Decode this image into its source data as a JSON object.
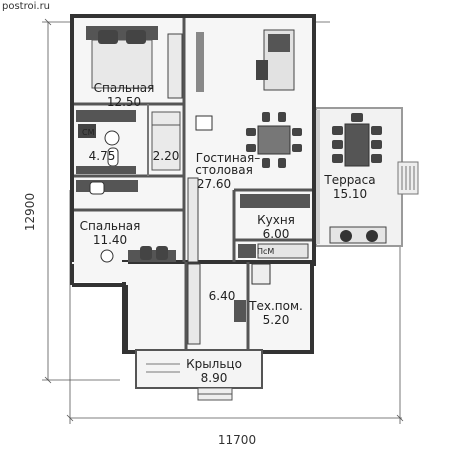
{
  "watermark": "postroi.ru",
  "dimensions": {
    "width": "11700",
    "height": "12900"
  },
  "rooms": [
    {
      "id": "bedroom-1",
      "name": "Спальная",
      "area": "12.50"
    },
    {
      "id": "wc",
      "name": "",
      "area": "4.75"
    },
    {
      "id": "closet",
      "name": "",
      "area": "2.20"
    },
    {
      "id": "living",
      "name": "Гостиная–",
      "name2": "столовая",
      "area": "27.60"
    },
    {
      "id": "terrace",
      "name": "Терраса",
      "area": "15.10"
    },
    {
      "id": "kitchen",
      "name": "Кухня",
      "area": "6.00"
    },
    {
      "id": "bedroom-2",
      "name": "Спальная",
      "area": "11.40"
    },
    {
      "id": "hall",
      "name": "",
      "area": "6.40"
    },
    {
      "id": "tech",
      "name": "Тех.пом.",
      "area": "5.20"
    },
    {
      "id": "porch",
      "name": "Крыльцо",
      "area": "8.90"
    }
  ],
  "fixture_labels": {
    "washer": "СМ",
    "dishwasher": "ПсМ"
  },
  "colors": {
    "wall": "#3a3a3a",
    "wall_light": "#bfbfbf",
    "floor": "#f4f4f4",
    "furniture": "#d9d9d9",
    "dark": "#4a4a4a"
  }
}
